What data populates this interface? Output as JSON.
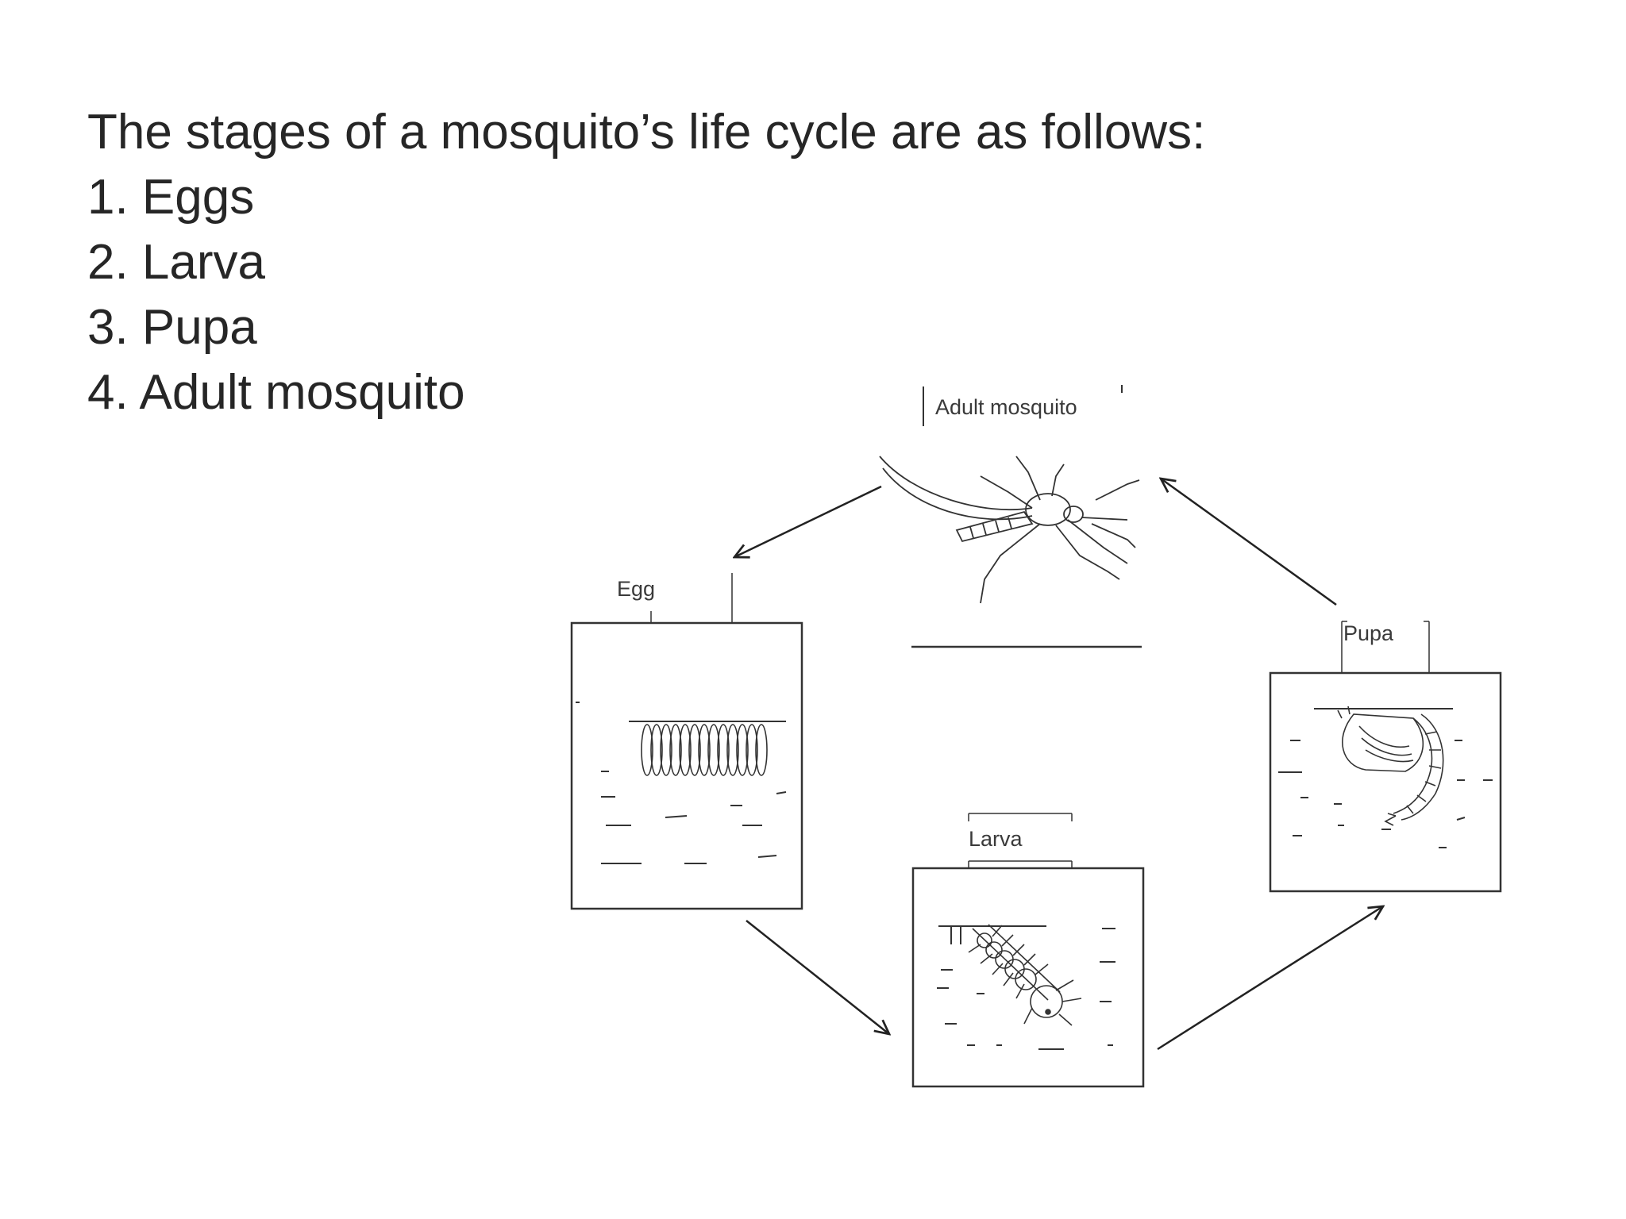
{
  "slide": {
    "intro": "The stages of a mosquito’s life cycle are as follows:",
    "stages": [
      "1. Eggs",
      "2. Larva",
      "3. Pupa",
      "4. Adult mosquito"
    ]
  },
  "diagram": {
    "labels": {
      "adult": "Adult mosquito",
      "egg": "Egg",
      "larva": "Larva",
      "pupa": "Pupa"
    }
  }
}
